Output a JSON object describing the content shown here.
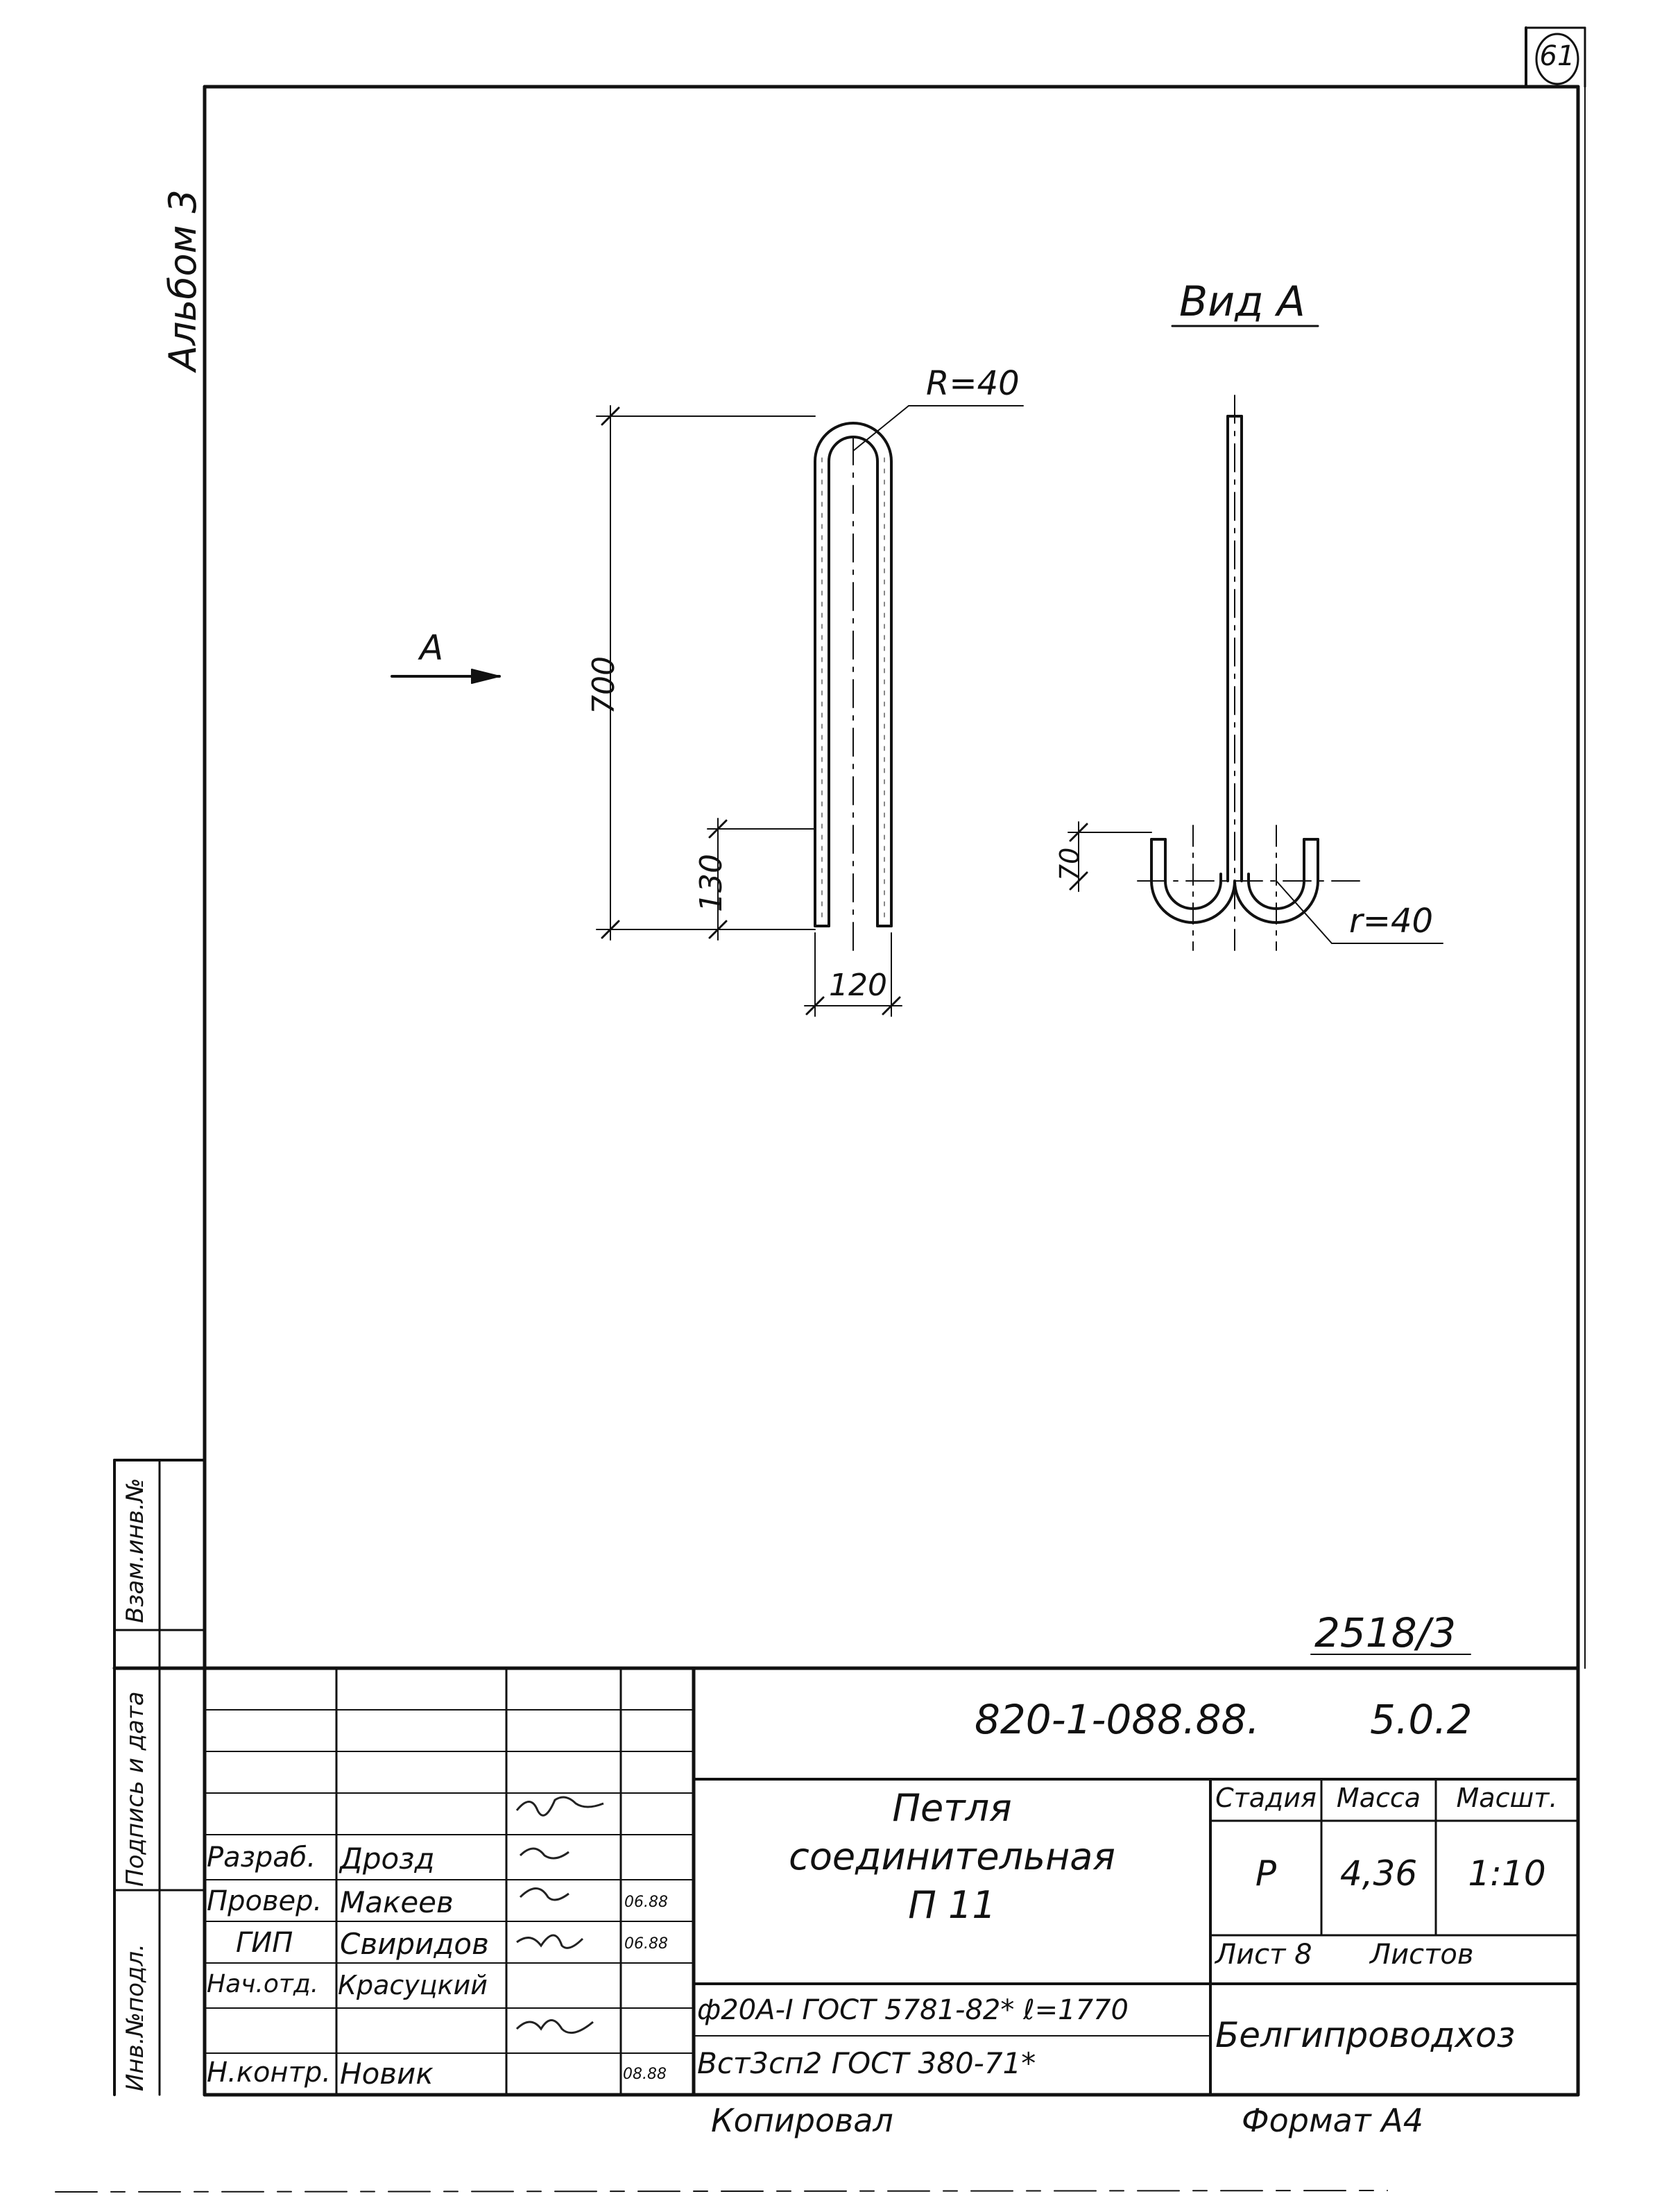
{
  "sheet_number": "61",
  "album": "Альбом 3",
  "view_title": "Вид А",
  "view_arrow_label": "А",
  "dimensions": {
    "bend_radius_front": "R=40",
    "height": "700",
    "leg_length": "130",
    "width": "120",
    "side_leg": "70",
    "bend_radius_side": "r=40"
  },
  "side_margin": {
    "vzam_inv": "Взам.инв.№",
    "signature_date": "Подпись и дата",
    "inv_podl": "Инв.№подл."
  },
  "inventory_number": "2518/3",
  "title_block": {
    "document_code": "820-1-088.88.",
    "sheet_code": "5.0.2",
    "item_name_line1": "Петля",
    "item_name_line2": "соединительная",
    "item_name_line3": "П 11",
    "material_line1": "ф20А-I ГОСТ 5781-82* ℓ=1770",
    "material_line2": "Вст3сп2 ГОСТ 380-71*",
    "stage_header": "Стадия",
    "mass_header": "Масса",
    "scale_header": "Масшт.",
    "stage": "Р",
    "mass": "4,36",
    "scale": "1:10",
    "sheet_label": "Лист 8",
    "sheets_label": "Листов",
    "organization": "Белгипроводхоз",
    "roles": [
      {
        "role": "Разраб.",
        "name": "Дрозд",
        "date": ""
      },
      {
        "role": "Провер.",
        "name": "Макеев",
        "date": "06.88"
      },
      {
        "role": "ГИП",
        "name": "Свиридов",
        "date": "06.88"
      },
      {
        "role": "Нач.отд.",
        "name": "Красуцкий",
        "date": ""
      },
      {
        "role": "Н.контр.",
        "name": "Новик",
        "date": "08.88"
      }
    ]
  },
  "copied_by": "Копировал",
  "format": "Формат А4"
}
